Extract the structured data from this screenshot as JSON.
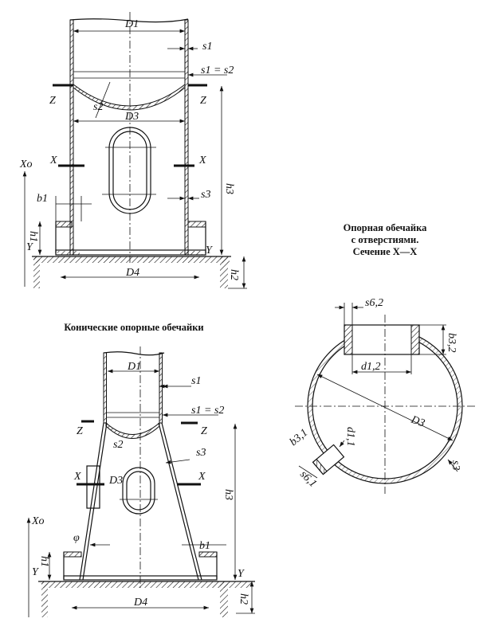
{
  "titles": {
    "section": [
      "Опорная обечайка",
      "с отверстиями.",
      "Сечение X—X"
    ],
    "conical": "Конические опорные обечайки"
  },
  "cylindrical": {
    "labels": {
      "D1": "D1",
      "s1": "s1",
      "s1s2": "s1 = s2",
      "Z": "Z",
      "s2": "s2",
      "D3": "D3",
      "X": "X",
      "Xo": "Xo",
      "h3": "h3",
      "s3": "s3",
      "b1": "b1",
      "h1": "h1",
      "Y": "Y",
      "D4": "D4",
      "h2": "h2"
    }
  },
  "section": {
    "labels": {
      "s62": "s6,2",
      "b32": "b3,2",
      "d12": "d1,2",
      "D3": "D3",
      "b31": "b3,1",
      "d11": "d1,1",
      "s61": "s6,1",
      "s3": "s3"
    }
  },
  "conical": {
    "labels": {
      "D1": "D1",
      "s1": "s1",
      "s1s2": "s1 = s2",
      "Z": "Z",
      "s2": "s2",
      "s3": "s3",
      "X": "X",
      "D3": "D3",
      "h3": "h3",
      "Xo": "Xo",
      "phi": "φ",
      "b1": "b1",
      "h1": "h1",
      "Y": "Y",
      "D4": "D4",
      "h2": "h2"
    }
  }
}
